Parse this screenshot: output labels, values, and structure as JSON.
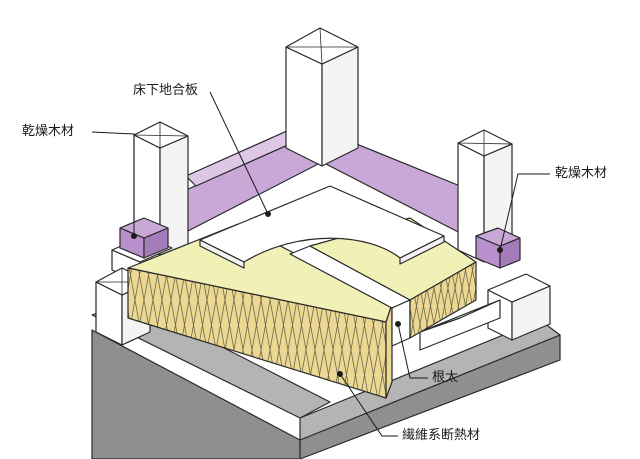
{
  "labels": {
    "subfloor_plywood": "床下地合板",
    "dry_wood_left": "乾燥木材",
    "dry_wood_right": "乾燥木材",
    "joist": "根太",
    "fiber_insulation": "繊維系断熱材"
  },
  "colors": {
    "concrete": "#8f8f8f",
    "concrete_top": "#b4b4b4",
    "wood": "#ffffff",
    "purple_wall": "#c9a8d8",
    "purple_block": "#b990cc",
    "insulation_top": "#f1f0b6",
    "insulation_side": "#ecd892",
    "plywood": "#ffffff",
    "line": "#2a2a2a"
  },
  "icons": {
    "leader_lines": "leader-line",
    "post_cap": "cross-mark"
  }
}
